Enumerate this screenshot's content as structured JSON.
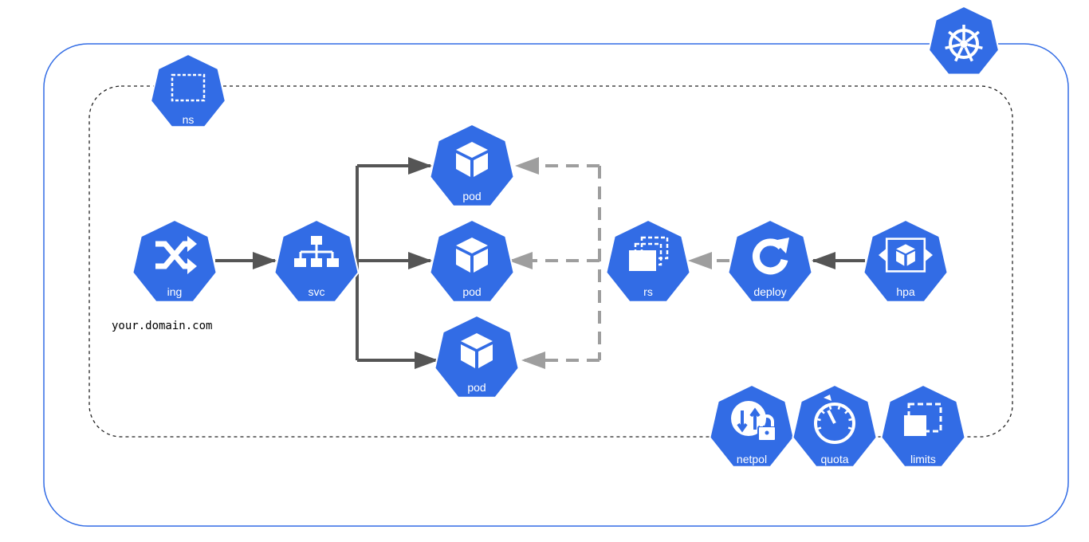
{
  "colors": {
    "node_fill": "#326ce5",
    "cluster_border": "#326ce5",
    "solid_arrow": "#555555",
    "dashed_arrow": "#9e9e9e",
    "namespace_border": "#222222"
  },
  "cluster": {
    "icon": "kubernetes-helm-icon"
  },
  "namespace": {
    "label": "ns",
    "icon": "namespace-icon"
  },
  "nodes": {
    "ing": {
      "label": "ing",
      "icon": "shuffle-icon"
    },
    "svc": {
      "label": "svc",
      "icon": "sitemap-icon"
    },
    "pod1": {
      "label": "pod",
      "icon": "cube-icon"
    },
    "pod2": {
      "label": "pod",
      "icon": "cube-icon"
    },
    "pod3": {
      "label": "pod",
      "icon": "cube-icon"
    },
    "rs": {
      "label": "rs",
      "icon": "stacked-windows-icon"
    },
    "deploy": {
      "label": "deploy",
      "icon": "rotate-icon"
    },
    "hpa": {
      "label": "hpa",
      "icon": "scale-cube-icon"
    },
    "netpol": {
      "label": "netpol",
      "icon": "network-lock-icon"
    },
    "quota": {
      "label": "quota",
      "icon": "gauge-icon"
    },
    "limits": {
      "label": "limits",
      "icon": "limits-icon"
    }
  },
  "domain_text": "your.domain.com"
}
